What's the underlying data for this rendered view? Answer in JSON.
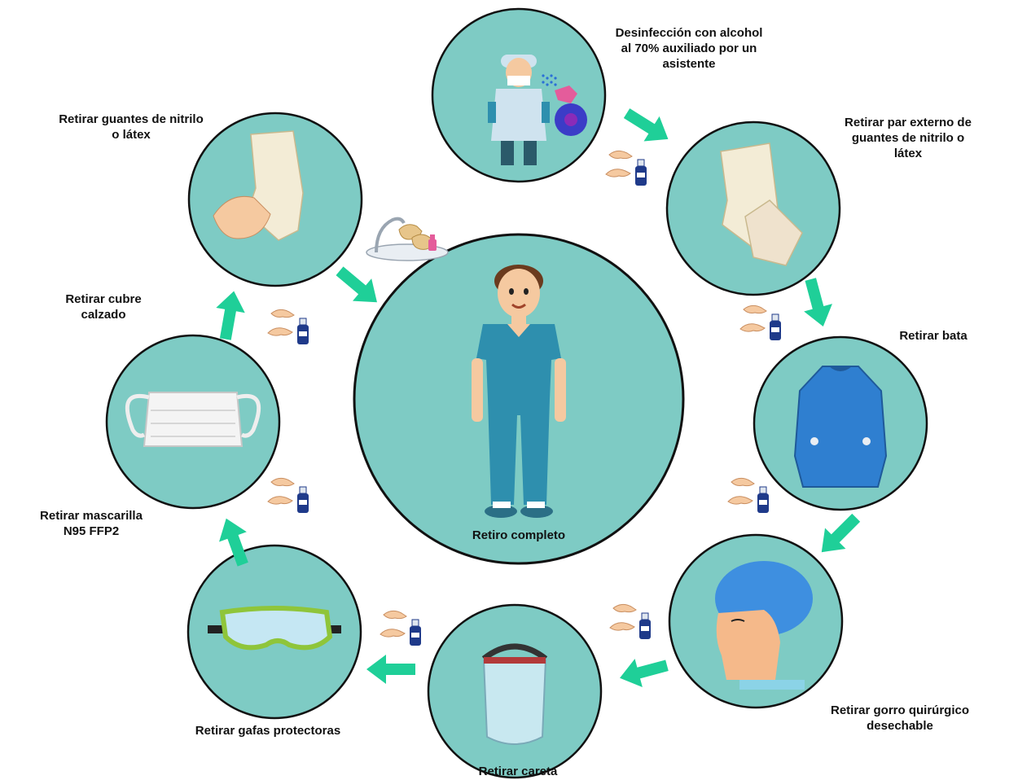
{
  "center": {
    "label": "Retiro completo",
    "icon": "healthcare-worker-scrubs-icon"
  },
  "steps": [
    {
      "label": "Desinfección con alcohol\nal 70% auxiliado por un\nasistente",
      "icon": "disinfection-spray-icon"
    },
    {
      "label": "Retirar par externo de\nguantes de nitrilo o\nlátex",
      "icon": "outer-gloves-icon"
    },
    {
      "label": "Retirar bata",
      "icon": "gown-icon"
    },
    {
      "label": "Retirar gorro quirúrgico\ndesechable",
      "icon": "surgical-cap-icon"
    },
    {
      "label": "Retirar careta",
      "icon": "face-shield-icon"
    },
    {
      "label": "Retirar gafas protectoras",
      "icon": "goggles-icon"
    },
    {
      "label": "Retirar mascarilla\nN95 FFP2",
      "icon": "mask-icon"
    },
    {
      "label": "Retirar cubre\ncalzado",
      "icon": "shoe-cover-icon"
    },
    {
      "label": "Retirar guantes de nitrilo\no látex",
      "icon": "gloves-icon"
    }
  ],
  "colors": {
    "circle_fill": "#7ecbc4",
    "circle_stroke": "#111111",
    "arrow": "#1fcf98",
    "scrubs": "#2e8fae",
    "glove": "#f3ecd6",
    "skin": "#f5c9a0",
    "sanitizer_bottle": "#1f3a8a"
  }
}
